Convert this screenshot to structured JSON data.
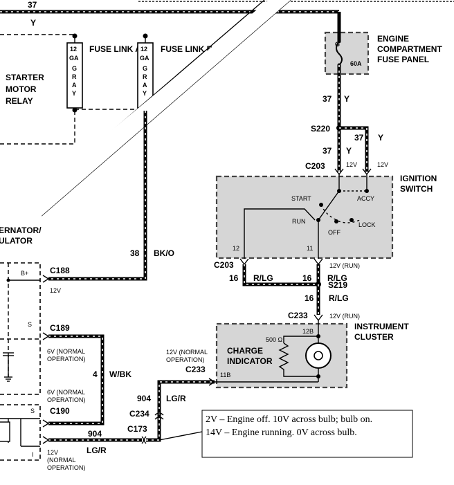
{
  "top": {
    "circuit": "37",
    "color": "Y"
  },
  "fuse_link_a": {
    "label": "FUSE LINK A",
    "gauge": [
      "12",
      "GA",
      "G",
      "R",
      "A",
      "Y"
    ]
  },
  "fuse_link_b": {
    "label": "FUSE LINK B",
    "gauge": [
      "12",
      "GA",
      "G",
      "R",
      "A",
      "Y"
    ]
  },
  "starter_relay": {
    "label": [
      "STARTER",
      "MOTOR",
      "RELAY"
    ]
  },
  "alternator": {
    "label": [
      "ERNATOR/",
      "ULATOR"
    ]
  },
  "fuse_panel": {
    "label": [
      "ENGINE",
      "COMPARTMENT",
      "FUSE PANEL"
    ],
    "fuse": "G",
    "rating": "60A"
  },
  "wires": {
    "w37_y_a": {
      "num": "37",
      "color": "Y"
    },
    "s220": "S220",
    "w37_y_b": {
      "num": "37",
      "color": "Y"
    },
    "w37_y_c": {
      "num": "37",
      "color": "Y"
    },
    "w38": {
      "num": "38",
      "color": "BK/O"
    },
    "w4": {
      "num": "4",
      "color": "W/BK"
    },
    "w904_a": {
      "num": "904",
      "color": "LG/R"
    },
    "w904_b": {
      "num": "904",
      "color": "LG/R"
    },
    "w16_a": {
      "num": "16",
      "color": "R/LG"
    },
    "w16_b": {
      "num": "16",
      "color": "R/LG"
    },
    "w16_c": {
      "num": "16",
      "color": "R/LG"
    },
    "s219": "S219"
  },
  "ignition_switch": {
    "label": [
      "IGNITION",
      "SWITCH"
    ],
    "connector": "C203",
    "v1": "12V",
    "v2": "12V",
    "start": "START",
    "run": "RUN",
    "off": "OFF",
    "lock": "LOCK",
    "accy": "ACCY",
    "pin12": "12",
    "pin11": "11"
  },
  "connectors": {
    "c188": "C188",
    "c188_v": "12V",
    "c189": "C189",
    "c190": "C190",
    "c203b": "C203",
    "c203b_v": "12V (RUN)",
    "c233a": "C233",
    "c233a_v": "12V (RUN)",
    "c233b": "C233",
    "c234": "C234",
    "c173": "C173"
  },
  "voltages": {
    "v6_a": [
      "6V (NORMAL",
      "OPERATION)"
    ],
    "v6_b": [
      "6V (NORMAL",
      "OPERATION)"
    ],
    "v12_normal": [
      "12V (NORMAL",
      "OPERATION)"
    ],
    "v12_bottom": [
      "12V",
      "(NORMAL",
      "OPERATION)"
    ]
  },
  "alt_pins": {
    "bplus": "B+",
    "s": "S",
    "i": "I"
  },
  "instrument_cluster": {
    "label": [
      "INSTRUMENT",
      "CLUSTER"
    ],
    "charge": [
      "CHARGE",
      "INDICATOR"
    ],
    "ohm": "500 Ω",
    "pin12b": "12B",
    "pin11b": "11B"
  },
  "note": {
    "line1": "2V – Engine off.  10V across bulb; bulb on.",
    "line2": "14V – Engine running.  0V across bulb."
  }
}
